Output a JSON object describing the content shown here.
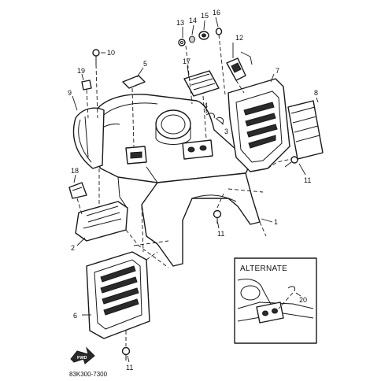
{
  "diagram_code": "83K300-7300",
  "alternate_title": "ALTERNATE",
  "fwd_label": "FWD",
  "callouts": {
    "c1": "1",
    "c2": "2",
    "c3": "3",
    "c4": "4",
    "c5": "5",
    "c6": "6",
    "c7": "7",
    "c8": "8",
    "c9": "9",
    "c10": "10",
    "c11a": "11",
    "c11b": "11",
    "c11c": "11",
    "c12": "12",
    "c13": "13",
    "c14": "14",
    "c15": "15",
    "c16": "16",
    "c17": "17",
    "c18": "18",
    "c19": "19",
    "c20": "20"
  },
  "colors": {
    "ink": "#1a1a1a",
    "paper": "#ffffff"
  }
}
